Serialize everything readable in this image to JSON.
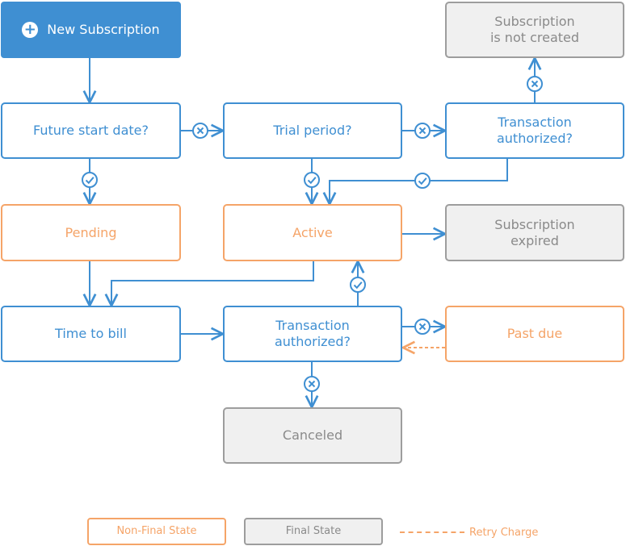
{
  "colors": {
    "decision": "#3f8fd2",
    "non_final": "#f5a468",
    "final_border": "#9d9d9d",
    "final_fill": "#f0f0f0"
  },
  "nodes": {
    "new_subscription": "New Subscription",
    "future_start": "Future start date?",
    "trial_period": "Trial period?",
    "transaction_top": "Transaction\nauthorized?",
    "not_created": "Subscription\nis not created",
    "pending": "Pending",
    "active": "Active",
    "expired": "Subscription\nexpired",
    "time_to_bill": "Time to bill",
    "transaction_mid": "Transaction\nauthorized?",
    "past_due": "Past due",
    "canceled": "Canceled"
  },
  "legend": {
    "non_final": "Non-Final State",
    "final": "Final State",
    "retry": "Retry Charge"
  },
  "icons": {
    "yes": "check-circle-icon",
    "no": "x-circle-icon",
    "start": "plus-circle-icon"
  }
}
